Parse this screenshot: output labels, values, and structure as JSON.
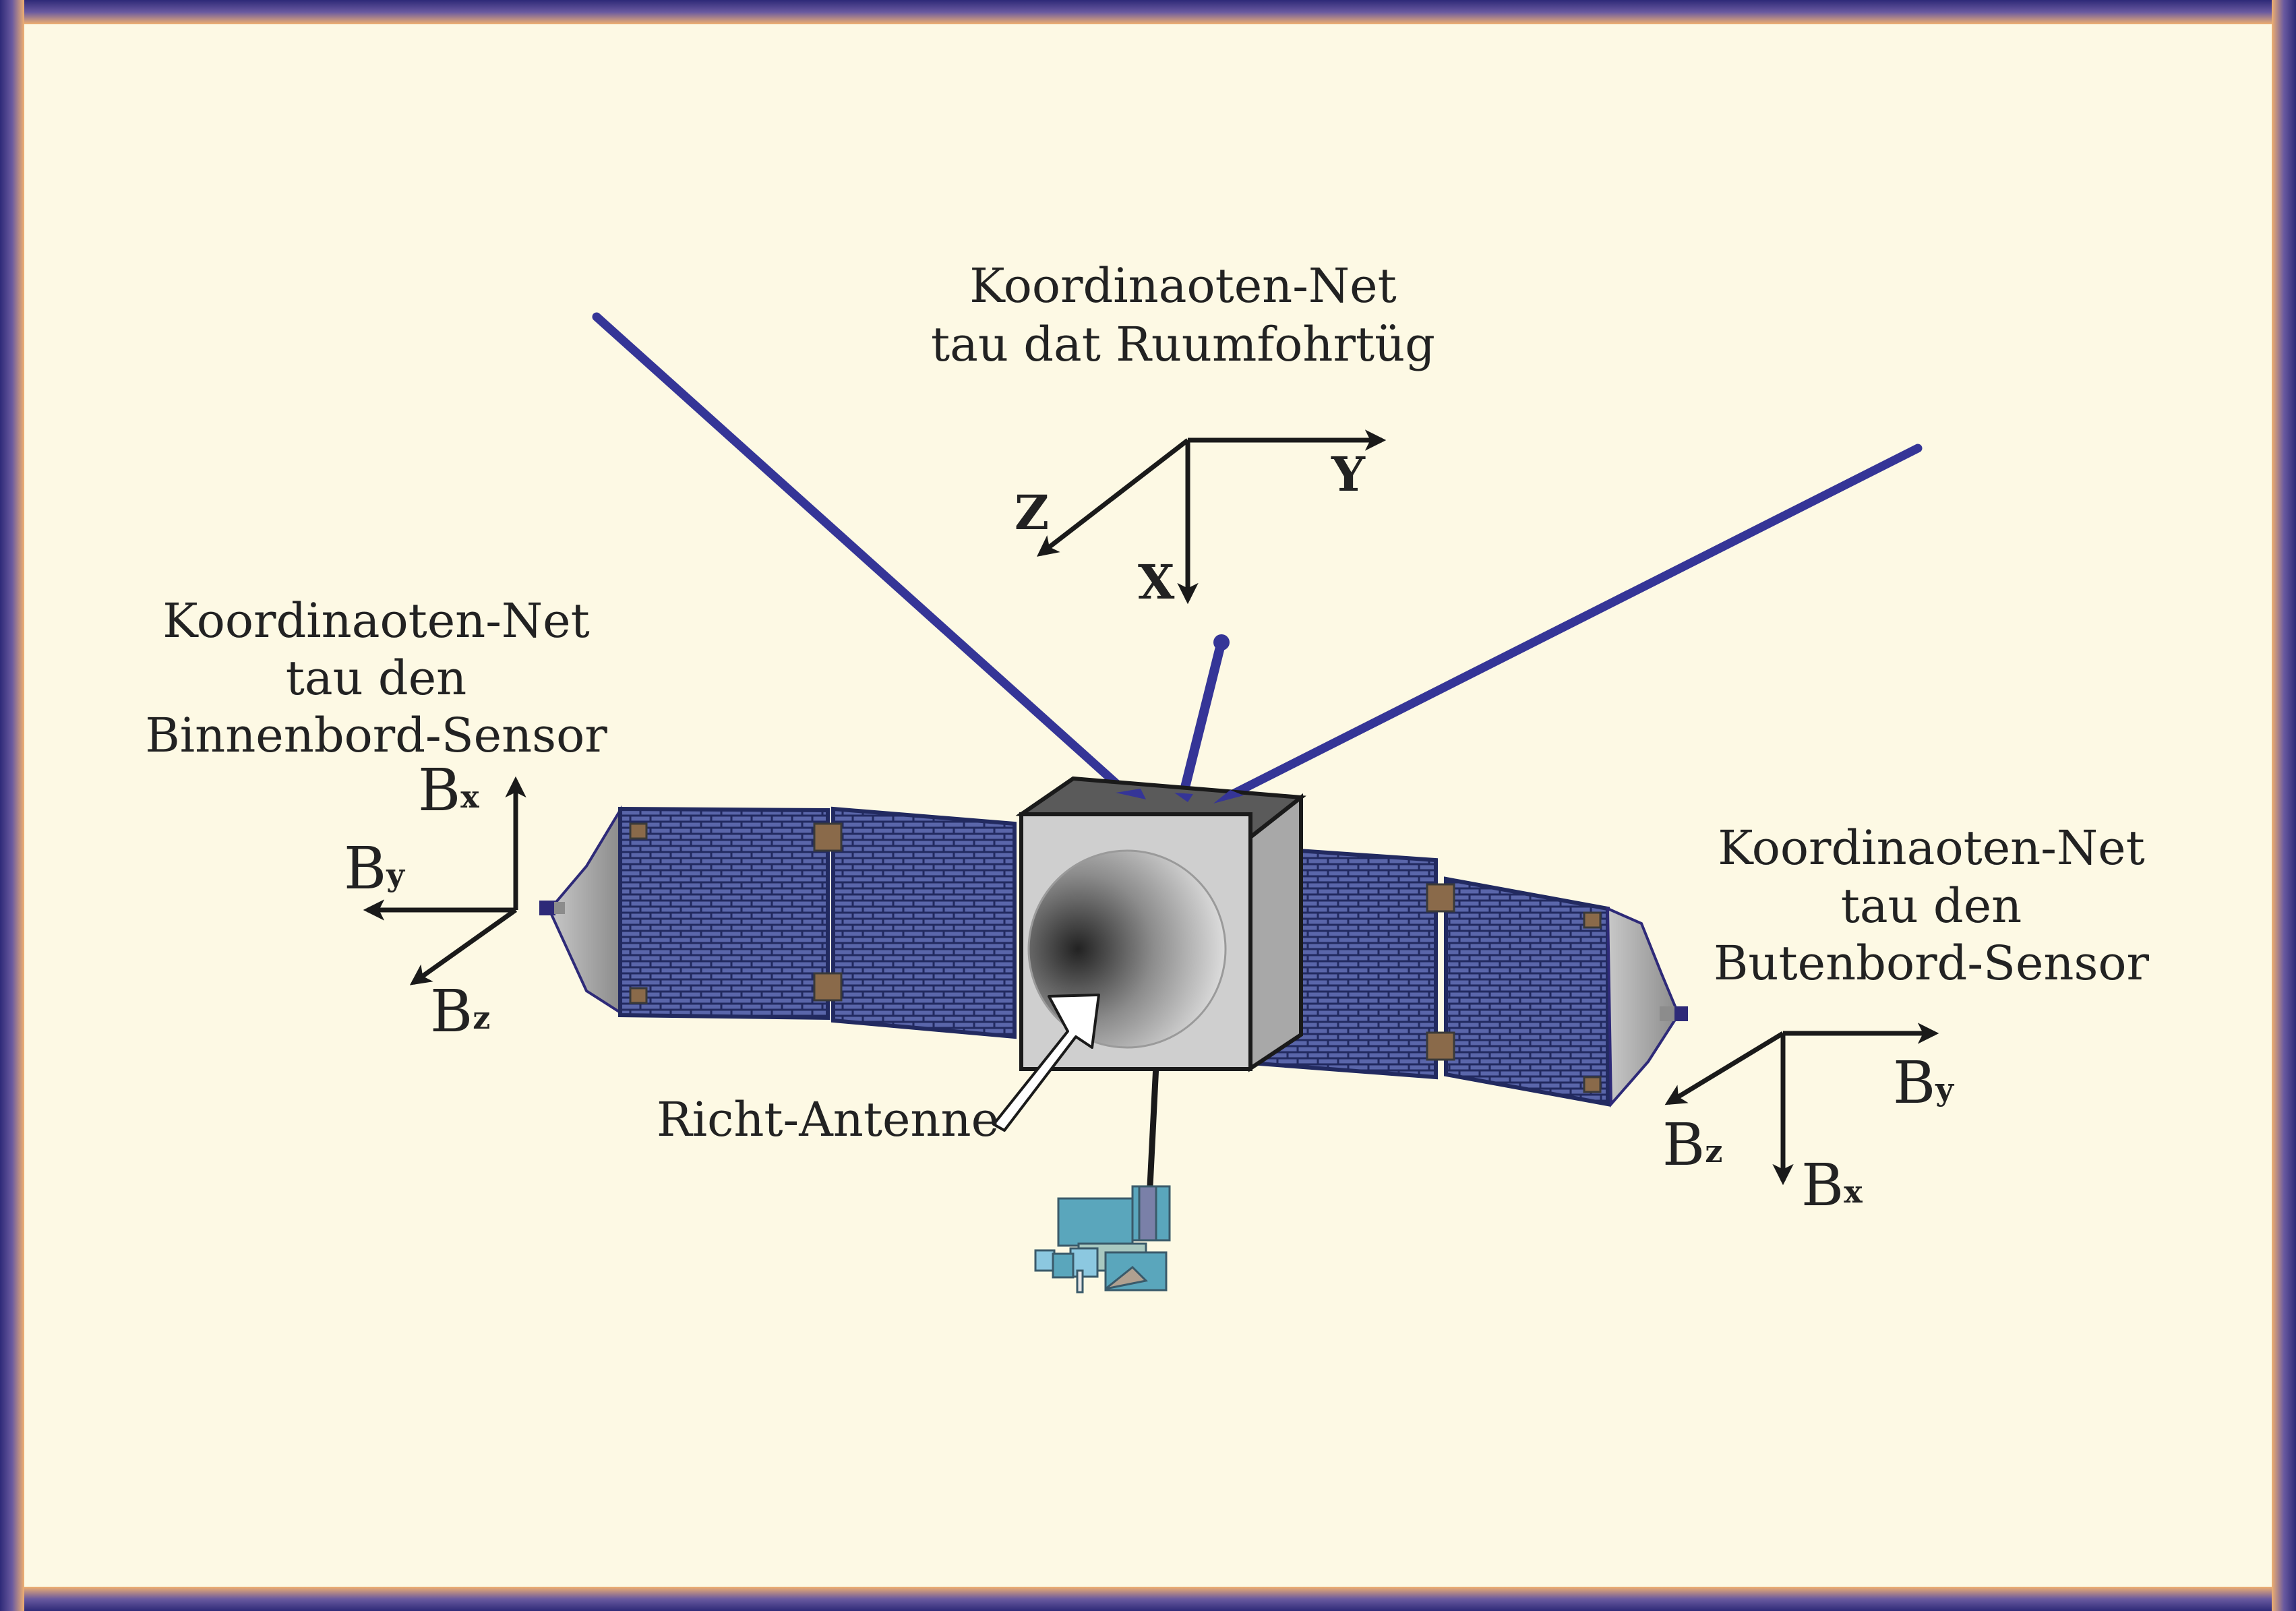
{
  "labels": {
    "spacecraft_frame": [
      "Koordinaoten-Net",
      "tau dat Ruumfohrtüg"
    ],
    "inboard_sensor_frame": [
      "Koordinaoten-Net",
      "tau den",
      "Binnenbord-Sensor"
    ],
    "outboard_sensor_frame": [
      "Koordinaoten-Net",
      "tau den",
      "Butenbord-Sensor"
    ],
    "antenna": "Richt-Antenne"
  },
  "spacecraft_axes": {
    "x": "X",
    "y": "Y",
    "z": "Z"
  },
  "inboard_axes": {
    "x": {
      "base": "B",
      "sub": "x"
    },
    "y": {
      "base": "B",
      "sub": "y"
    },
    "z": {
      "base": "B",
      "sub": "z"
    }
  },
  "outboard_axes": {
    "x": {
      "base": "B",
      "sub": "x"
    },
    "y": {
      "base": "B",
      "sub": "y"
    },
    "z": {
      "base": "B",
      "sub": "z"
    }
  },
  "colors": {
    "background": "#fdf9e4",
    "frame": "#2e2a78",
    "boom": "#353597",
    "solar_panel": "#5a66aa",
    "panel_grid": "#222a60",
    "hinge": "#8a6a4a",
    "body": "#d0d0d0",
    "instrument": "#5aa6bc"
  }
}
